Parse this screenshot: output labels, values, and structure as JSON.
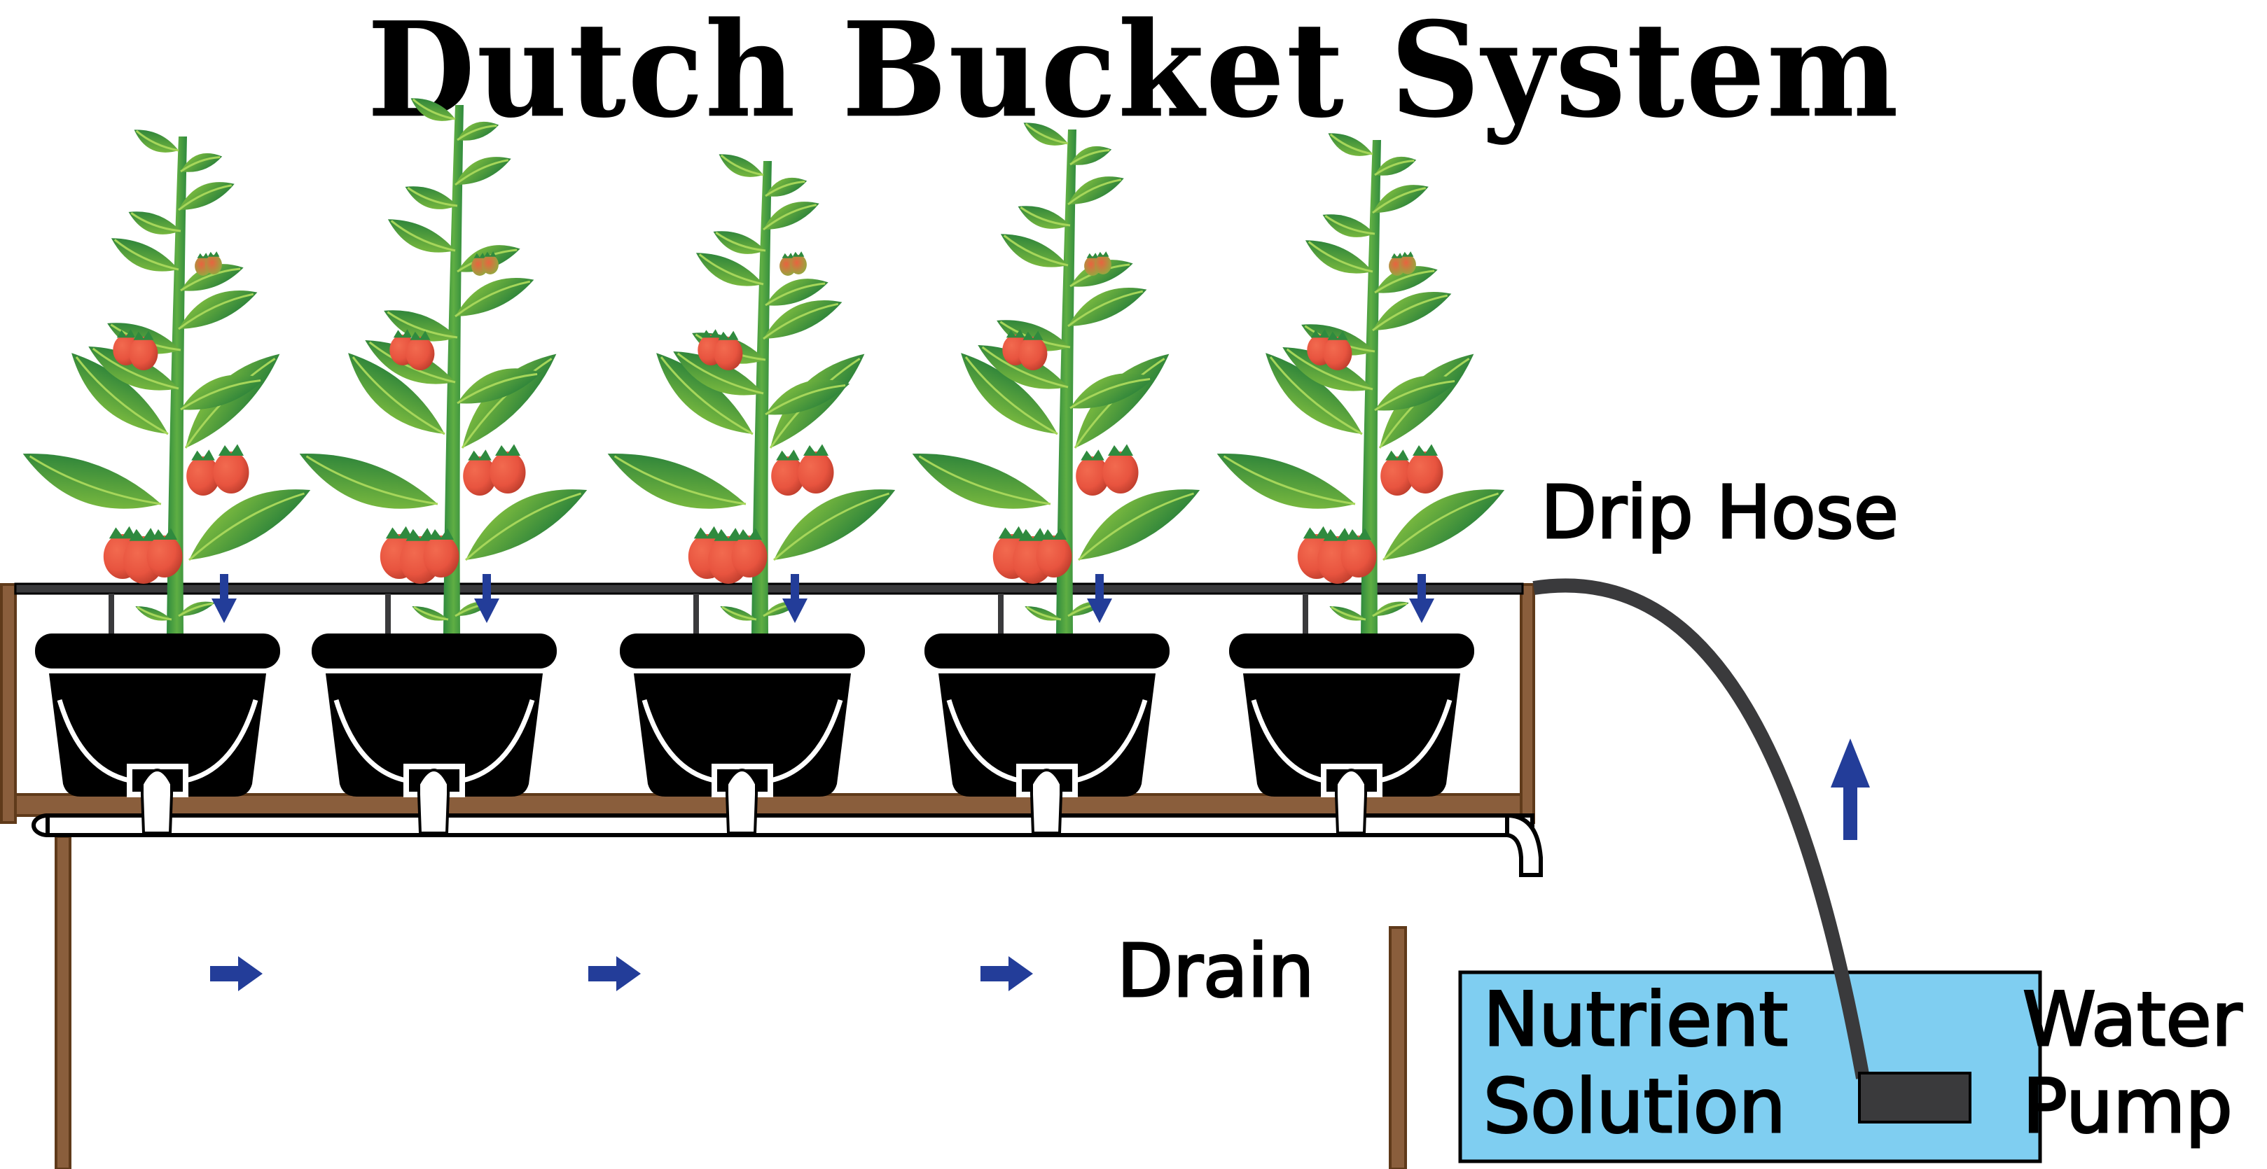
{
  "title": "Dutch Bucket System",
  "labels": {
    "drip_hose": "Drip Hose",
    "drain": "Drain",
    "nutrient_line1": "Nutrient",
    "nutrient_line2": "Solution",
    "pump_line1": "Water",
    "pump_line2": "Pump"
  },
  "components": {
    "plants": {
      "count": 5,
      "type": "tomato"
    },
    "buckets": {
      "count": 5
    },
    "flow_arrows": {
      "drip": 5,
      "drain": 3,
      "pump": 1
    }
  },
  "colors": {
    "wood": "#8a5e3c",
    "wood_stroke": "#5f3a1a",
    "bucket": "#000000",
    "hose": "#3a3a3c",
    "arrow": "#233d99",
    "reservoir": "#7fcef1",
    "leaf_dark": "#1f7a3a",
    "leaf_light": "#8cc63f",
    "tomato": "#e8543f",
    "tomato_dark": "#b83a2a"
  }
}
